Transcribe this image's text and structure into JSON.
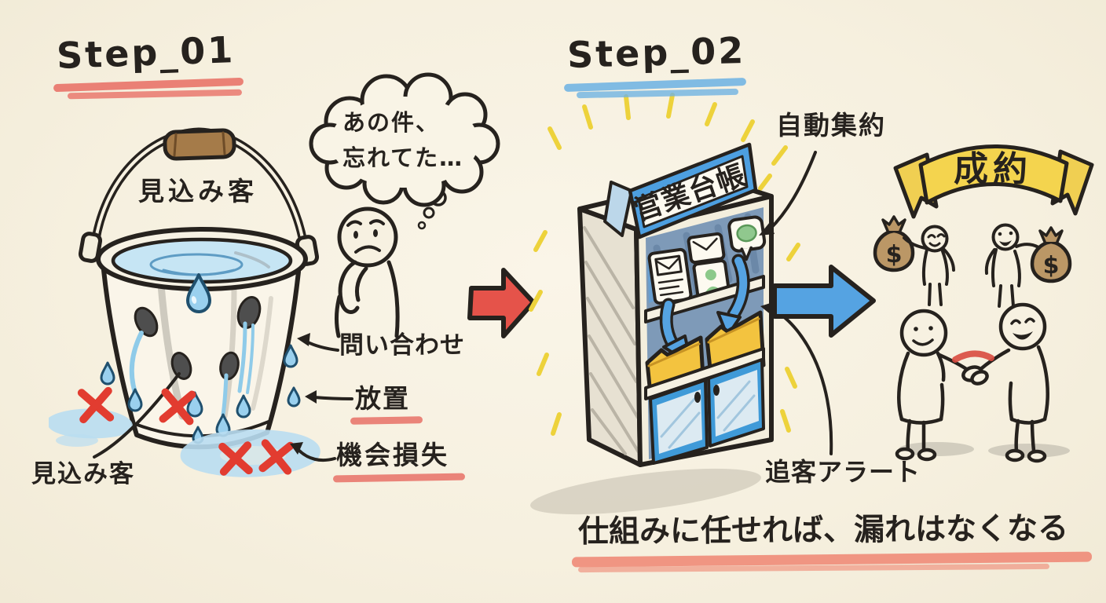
{
  "step1": {
    "title": "Step_01",
    "bucket_water_label": "見込み客",
    "leaked_label": "見込み客",
    "thought_line1": "あの件、",
    "thought_line2": "忘れてた…",
    "label_inquiry": "問い合わせ",
    "label_neglect": "放置",
    "label_opportunity_loss": "機会損失"
  },
  "step2": {
    "title": "Step_02",
    "ledger_sign": "営業台帳",
    "label_auto_aggregation": "自動集約",
    "label_follow_up_alert": "追客アラート",
    "banner_label": "成約",
    "money_symbol": "$"
  },
  "footer": {
    "message": "仕組みに任せれば、漏れはなくなる"
  },
  "colors": {
    "background": "#f7f1e1",
    "ink": "#26221e",
    "red_accent": "#e23c30",
    "blue_accent": "#55a3e2",
    "yellow_accent": "#edd23b",
    "water_blue": "#b9ddf1",
    "folder_yellow": "#f3c33f",
    "bag_brown": "#bb9766",
    "green_icon": "#8cc98a"
  }
}
